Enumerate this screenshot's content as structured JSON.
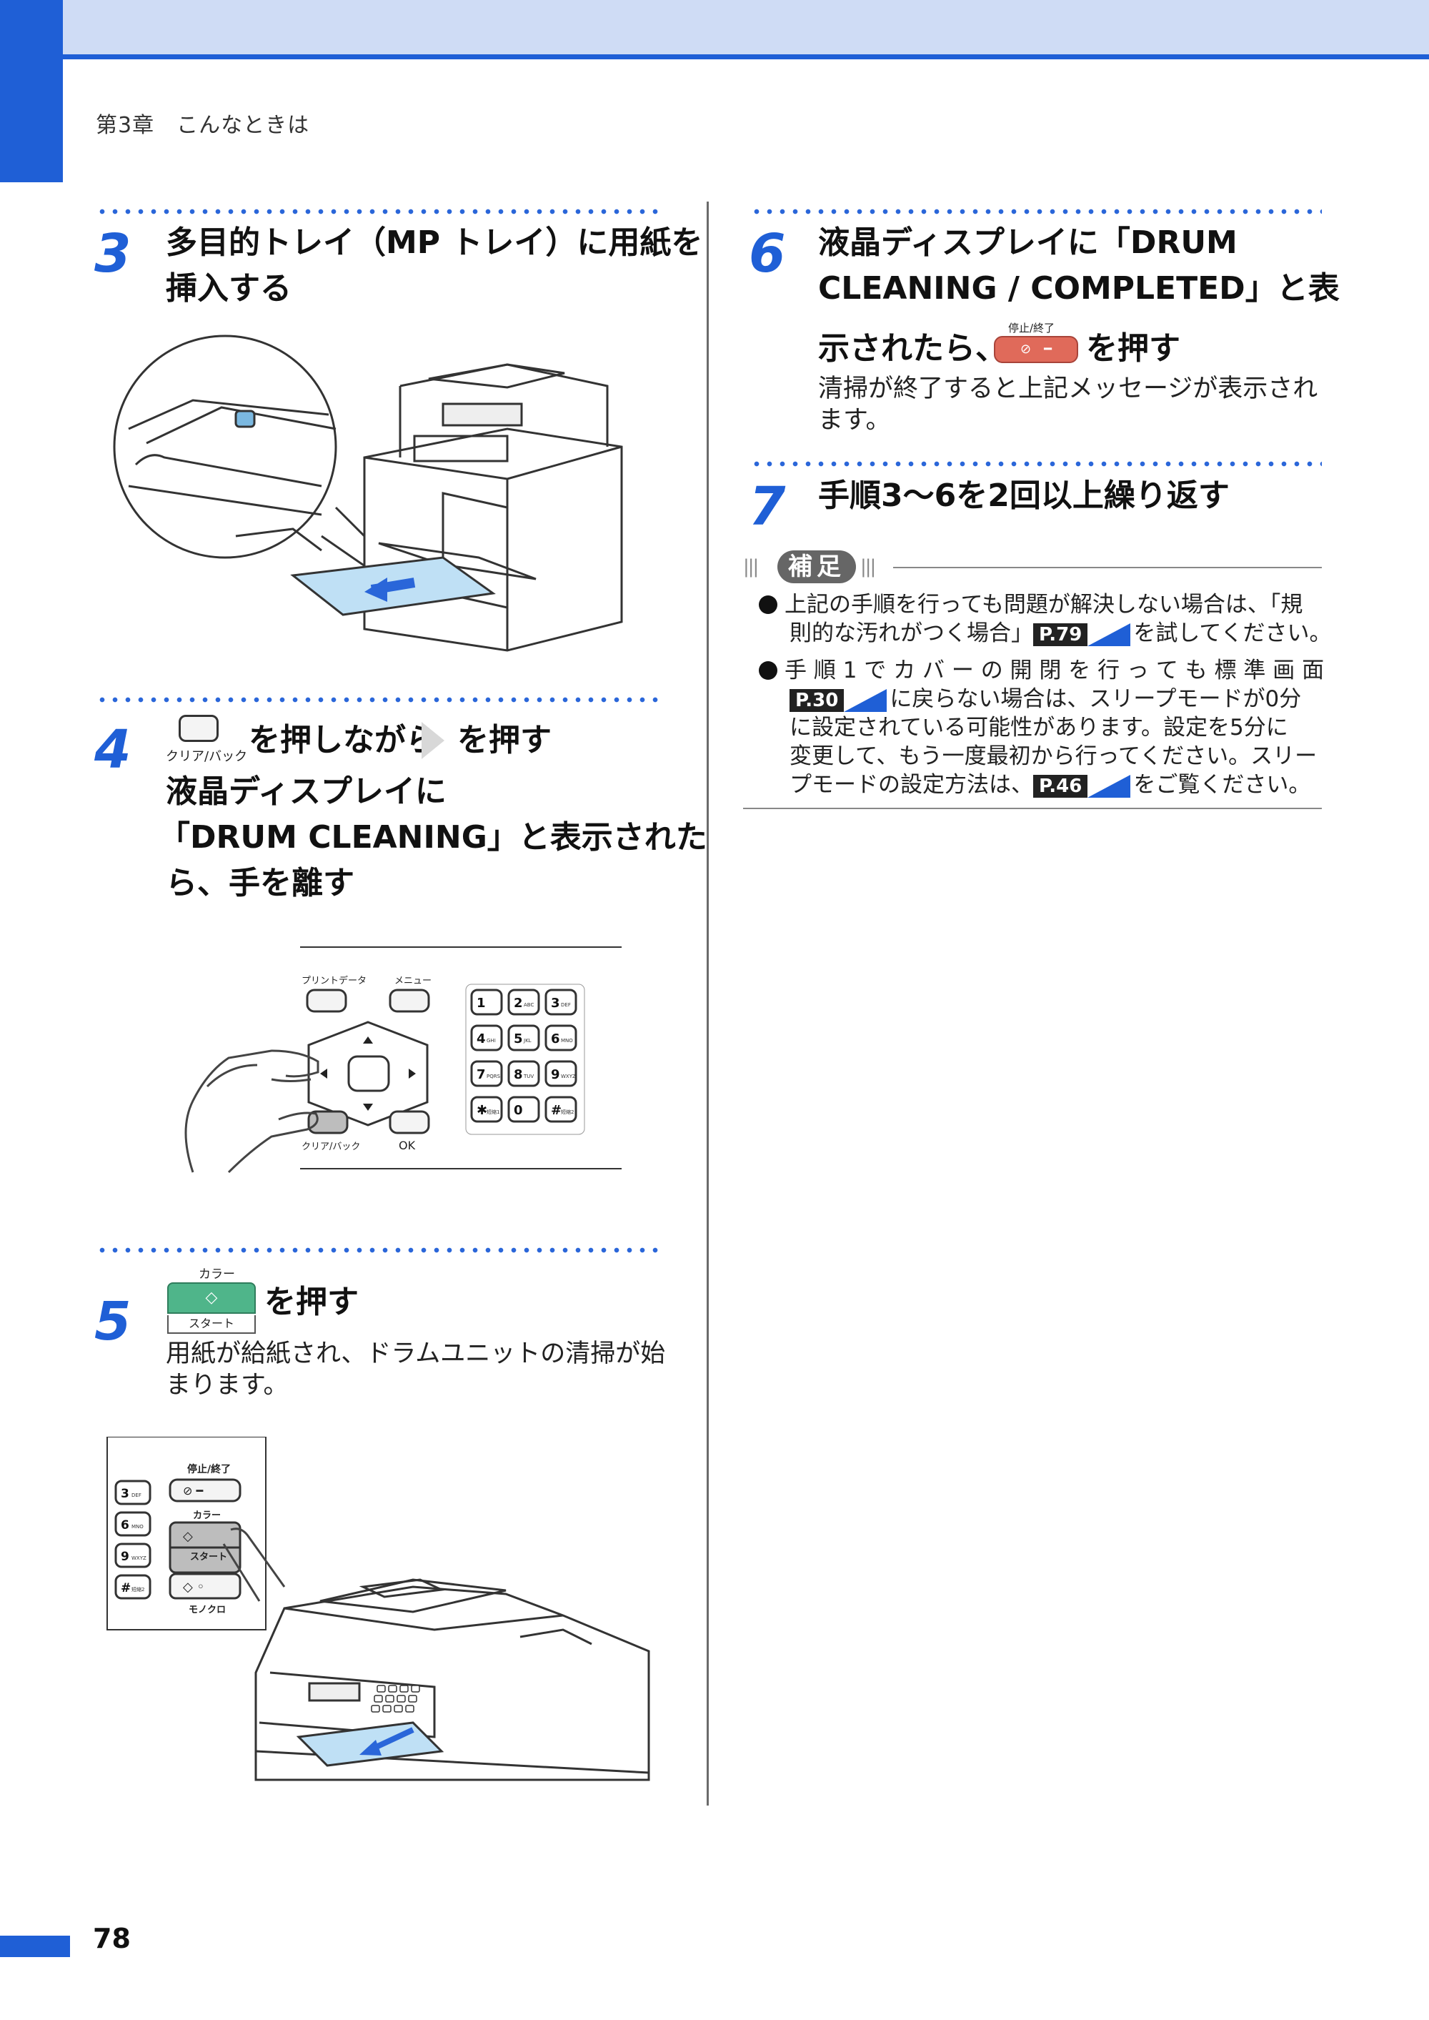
{
  "header": {
    "chapter": "第3章　こんなときは"
  },
  "steps": {
    "s3": {
      "num": "3",
      "title_l1": "多目的トレイ（MP トレイ）に用紙を",
      "title_l2": "挿入する"
    },
    "s4": {
      "num": "4",
      "button_caption": "クリア/バック",
      "title_a": "を押しながら",
      "title_b": "を押す",
      "line2": "液晶ディスプレイに",
      "line3": "「DRUM CLEANING」と表示された",
      "line4": "ら、手を離す"
    },
    "s5": {
      "num": "5",
      "button_top": "カラー",
      "button_bottom": "スタート",
      "title": "を押す",
      "body_l1": "用紙が給紙され、ドラムユニットの清掃が始",
      "body_l2": "まります。"
    },
    "s6": {
      "num": "6",
      "title_l1": "液晶ディスプレイに「DRUM",
      "title_l2": "CLEANING / COMPLETED」と表",
      "title_l3a": "示されたら、",
      "title_l3b": "を押す",
      "button_caption": "停止/終了",
      "body_l1": "清掃が終了すると上記メッセージが表示され",
      "body_l2": "ます。"
    },
    "s7": {
      "num": "7",
      "title": "手順3〜6を2回以上繰り返す"
    }
  },
  "note": {
    "label": "補足",
    "b1_l1": "上記の手順を行っても問題が解決しない場合は、「規",
    "b1_l2a": "則的な汚れがつく場合」",
    "b1_ref": "P.79",
    "b1_l2b": "を試してください。",
    "b2_l1": "手 順 1 で カ バ ー の 開 閉 を 行 っ て も 標 準 画 面",
    "b2_ref": "P.30",
    "b2_l2": "に戻らない場合は、スリープモードが0分",
    "b2_l3": "に設定されている可能性があります。設定を5分に",
    "b2_l4": "変更して、もう一度最初から行ってください。スリー",
    "b2_l5a": "プモードの設定方法は、",
    "b2_ref2": "P.46",
    "b2_l5b": "をご覧ください。"
  },
  "panel4": {
    "print_data": "プリントデータ",
    "menu": "メニュー",
    "clear_back": "クリア/バック",
    "ok": "OK",
    "keys": [
      "1",
      "2",
      "3",
      "4",
      "5",
      "6",
      "7",
      "8",
      "9",
      "✱",
      "0",
      "#"
    ],
    "sub": [
      "",
      "ABC",
      "DEF",
      "GHI",
      "JKL",
      "MNO",
      "PQRS",
      "TUV",
      "WXYZ",
      "短縮1",
      "",
      "短縮2"
    ]
  },
  "panel5": {
    "stop": "停止/終了",
    "color": "カラー",
    "start": "スタート",
    "mono": "モノクロ",
    "keys": [
      "3",
      "6",
      "9",
      "#"
    ],
    "sub": [
      "DEF",
      "MNO",
      "WXYZ",
      "短縮2"
    ]
  },
  "footer": {
    "page": "78"
  },
  "colors": {
    "accent": "#1f5fd6",
    "header_band": "#cfdcf5",
    "start_button": "#4fb58a",
    "stop_button": "#e06a5a"
  }
}
